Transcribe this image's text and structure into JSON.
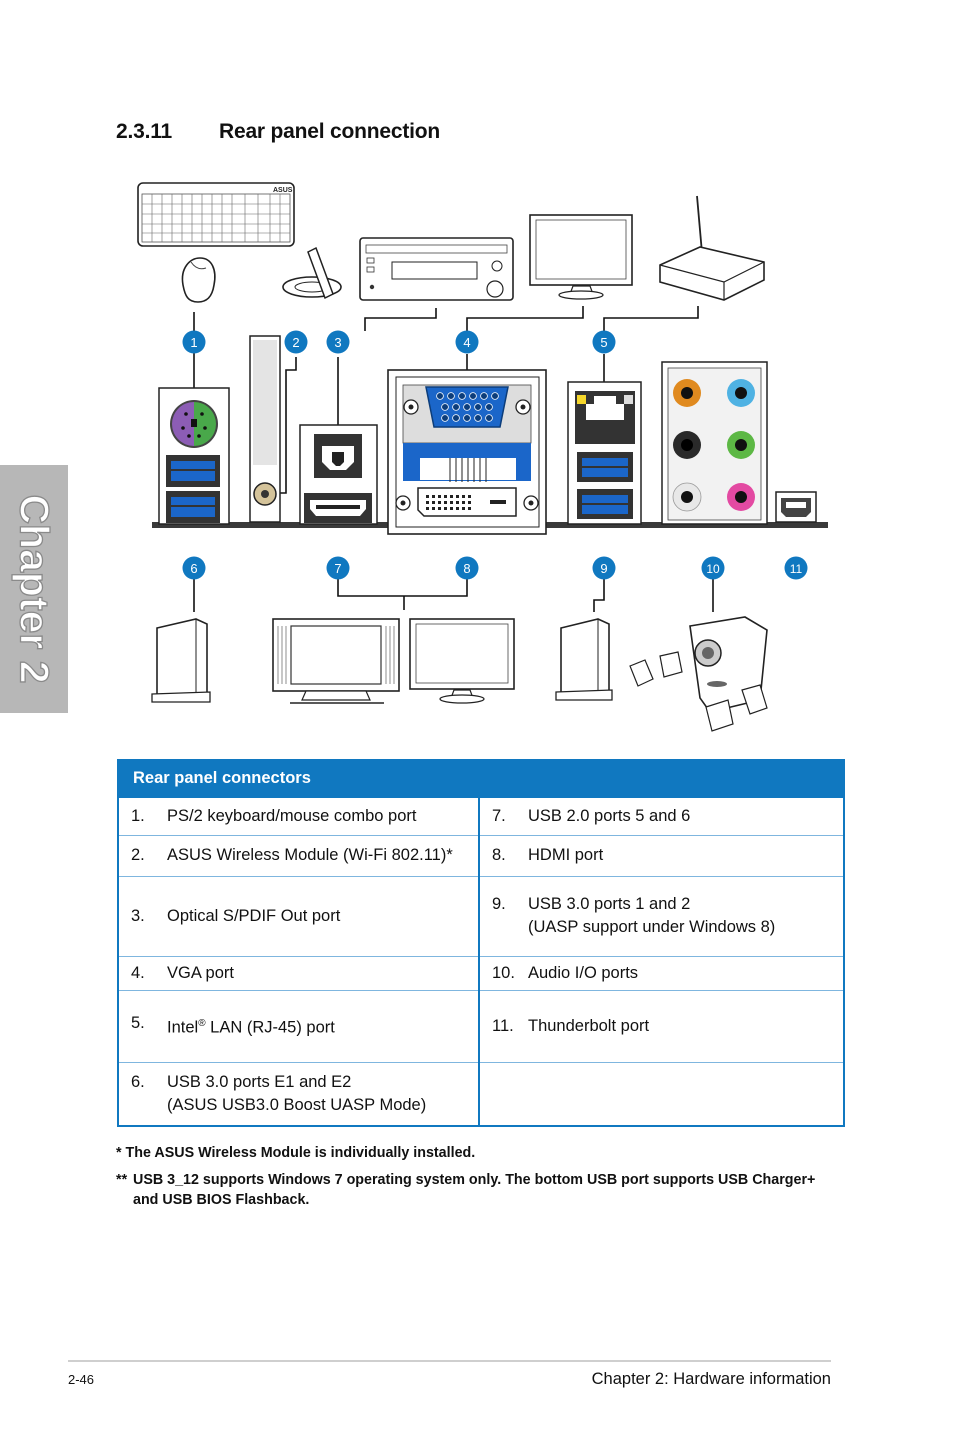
{
  "sidebar": {
    "chapter_label": "Chapter 2"
  },
  "section": {
    "number": "2.3.11",
    "title": "Rear panel connection"
  },
  "diagram": {
    "callouts_top": [
      "1",
      "2",
      "3",
      "4",
      "5"
    ],
    "callouts_bottom": [
      "6",
      "7",
      "8",
      "9",
      "10",
      "11"
    ],
    "brand_mark": "ASUS",
    "colors": {
      "callout": "#1078c0",
      "ps2_purple": "#8c5db5",
      "ps2_green": "#49a84a",
      "usb3_blue": "#1b66c9",
      "audio_orange": "#e08a1f",
      "audio_blue": "#4fb2e3",
      "audio_green": "#5db845",
      "audio_pink": "#e34aa2",
      "lan_led_yellow": "#f6d72b"
    }
  },
  "table": {
    "header": "Rear panel connectors",
    "rows": [
      {
        "left": {
          "num": "1.",
          "text": "PS/2 keyboard/mouse combo port"
        },
        "right": {
          "num": "7.",
          "text": "USB 2.0 ports 5 and 6"
        }
      },
      {
        "left": {
          "num": "2.",
          "text": "ASUS Wireless Module (Wi-Fi 802.11)*"
        },
        "right": {
          "num": "8.",
          "text": "HDMI port"
        }
      },
      {
        "left": {
          "num": "3.",
          "text": "Optical S/PDIF Out port"
        },
        "right": {
          "num": "9.",
          "text": "USB 3.0 ports 1 and 2",
          "text2": "(UASP support under Windows 8)"
        }
      },
      {
        "left": {
          "num": "4.",
          "text": "VGA port"
        },
        "right": {
          "num": "10.",
          "text": "Audio I/O ports"
        }
      },
      {
        "left": {
          "num": "5.",
          "text": "Intel",
          "sup": "®",
          "text_after": " LAN (RJ-45) port"
        },
        "right": {
          "num": "11.",
          "text": "Thunderbolt port"
        }
      },
      {
        "left": {
          "num": "6.",
          "text": "USB 3.0 ports E1 and E2",
          "text2": "(ASUS USB3.0 Boost UASP Mode)"
        },
        "right": {
          "num": "",
          "text": ""
        }
      }
    ]
  },
  "notes": {
    "note1": "* The ASUS Wireless Module is individually installed.",
    "note2_mark": "**",
    "note2": "USB 3_12 supports Windows 7 operating system only. The bottom USB port supports USB Charger+ and USB BIOS Flashback."
  },
  "footer": {
    "page_number": "2-46",
    "chapter_title": "Chapter 2: Hardware information"
  }
}
